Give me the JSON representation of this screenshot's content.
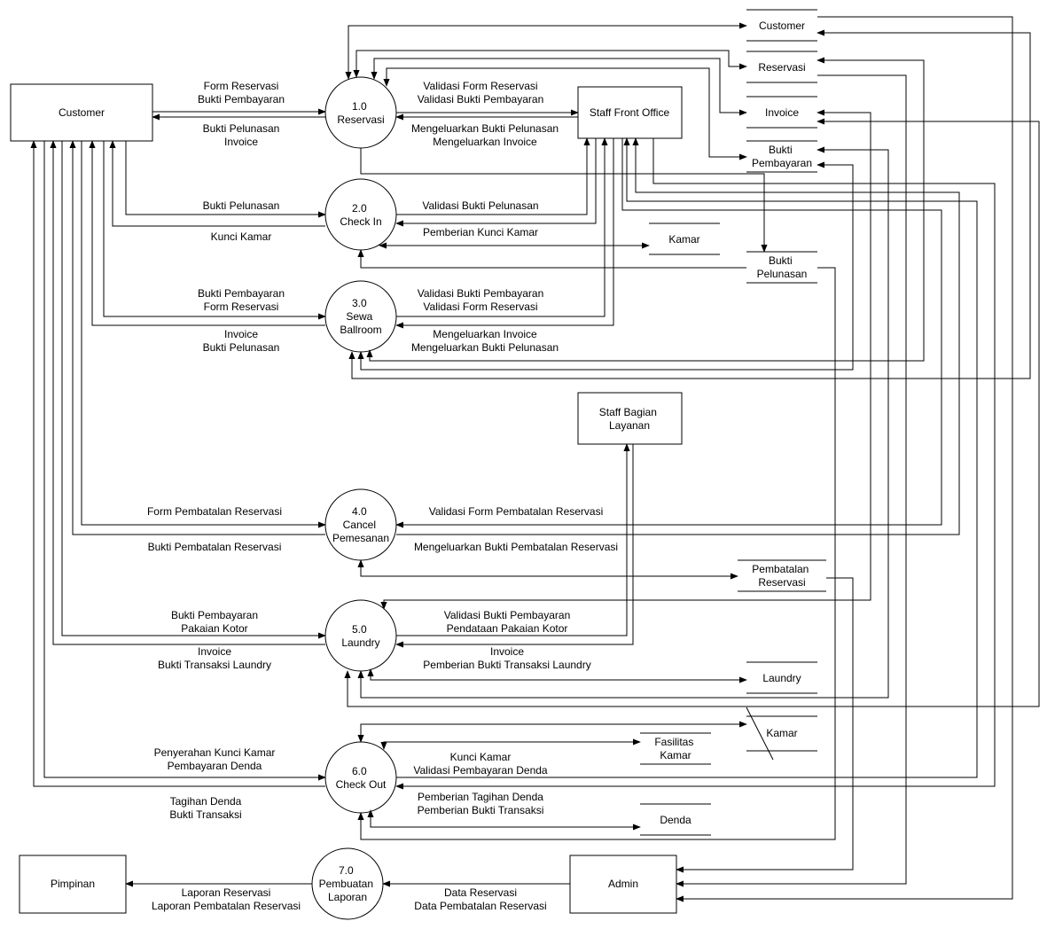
{
  "entities": {
    "customer": "Customer",
    "staff_front_office": "Staff Front Office",
    "staff_bagian_layanan": [
      "Staff Bagian",
      "Layanan"
    ],
    "pimpinan": "Pimpinan",
    "admin": "Admin"
  },
  "processes": {
    "p1": [
      "1.0",
      "Reservasi"
    ],
    "p2": [
      "2.0",
      "Check In"
    ],
    "p3": [
      "3.0",
      "Sewa",
      "Ballroom"
    ],
    "p4": [
      "4.0",
      "Cancel",
      "Pemesanan"
    ],
    "p5": [
      "5.0",
      "Laundry"
    ],
    "p6": [
      "6.0",
      "Check Out"
    ],
    "p7": [
      "7.0",
      "Pembuatan",
      "Laporan"
    ]
  },
  "stores": {
    "customer": [
      "Customer"
    ],
    "reservasi": [
      "Reservasi"
    ],
    "invoice": [
      "Invoice"
    ],
    "bukti_pembayaran": [
      "Bukti",
      "Pembayaran"
    ],
    "kamar": [
      "Kamar"
    ],
    "bukti_pelunasan": [
      "Bukti",
      "Pelunasan"
    ],
    "pembatalan_reservasi": [
      "Pembatalan",
      "Reservasi"
    ],
    "laundry": [
      "Laundry"
    ],
    "kamar2": [
      "Kamar"
    ],
    "fasilitas_kamar": [
      "Fasilitas",
      "Kamar"
    ],
    "denda": [
      "Denda"
    ]
  },
  "flows": {
    "f1": [
      "Form Reservasi",
      "Bukti Pembayaran"
    ],
    "f2": [
      "Bukti Pelunasan",
      "Invoice"
    ],
    "f3": [
      "Validasi Form Reservasi",
      "Validasi Bukti Pembayaran"
    ],
    "f4": [
      "Mengeluarkan Bukti Pelunasan",
      "Mengeluarkan Invoice"
    ],
    "f5": [
      "Bukti Pelunasan"
    ],
    "f6": [
      "Kunci Kamar"
    ],
    "f7": [
      "Validasi Bukti Pelunasan"
    ],
    "f8": [
      "Pemberian Kunci Kamar"
    ],
    "f9": [
      "Bukti Pembayaran",
      "Form Reservasi"
    ],
    "f10": [
      "Invoice",
      "Bukti Pelunasan"
    ],
    "f11": [
      "Validasi Bukti Pembayaran",
      "Validasi Form Reservasi"
    ],
    "f12": [
      "Mengeluarkan Invoice",
      "Mengeluarkan Bukti Pelunasan"
    ],
    "f13": [
      "Form Pembatalan Reservasi"
    ],
    "f14": [
      "Bukti Pembatalan Reservasi"
    ],
    "f15": [
      "Validasi Form Pembatalan Reservasi"
    ],
    "f16": [
      "Mengeluarkan Bukti Pembatalan Reservasi"
    ],
    "f17": [
      "Bukti Pembayaran",
      "Pakaian Kotor"
    ],
    "f18": [
      "Invoice",
      "Bukti Transaksi Laundry"
    ],
    "f19": [
      "Validasi Bukti Pembayaran",
      "Pendataan Pakaian Kotor"
    ],
    "f20": [
      "Invoice",
      "Pemberian Bukti Transaksi Laundry"
    ],
    "f21": [
      "Penyerahan Kunci Kamar",
      "Pembayaran Denda"
    ],
    "f22": [
      "Tagihan Denda",
      "Bukti Transaksi"
    ],
    "f23": [
      "Kunci Kamar",
      "Validasi Pembayaran Denda"
    ],
    "f24": [
      "Pemberian Tagihan Denda",
      "Pemberian Bukti Transaksi"
    ],
    "f25": [
      "Laporan Reservasi",
      "Laporan Pembatalan Reservasi"
    ],
    "f26": [
      "Data Reservasi",
      "Data Pembatalan Reservasi"
    ]
  }
}
